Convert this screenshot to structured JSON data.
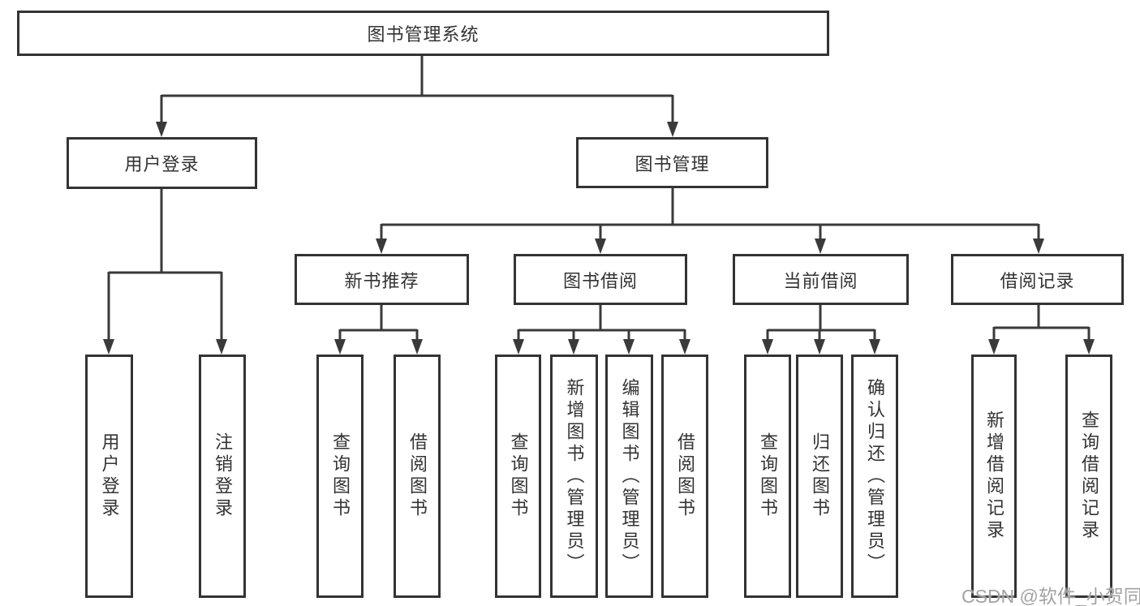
{
  "title": "图书管理系统",
  "nodes": {
    "root": "图书管理系统",
    "user_login": "用户登录",
    "book_mgmt": "图书管理",
    "new_book_rec": "新书推荐",
    "book_borrowing": "图书借阅",
    "current_borrowing": "当前借阅",
    "borrowing_records": "借阅记录",
    "leaf_user_login": "用户登录",
    "leaf_logout": "注销登录",
    "leaf_query_book_rec": "查询图书",
    "leaf_borrow_book_rec": "借阅图书",
    "leaf_query_book_borrow": "查询图书",
    "leaf_add_book": "新增图书（管理员）",
    "leaf_edit_book": "编辑图书（管理员）",
    "leaf_borrow_book_borrow": "借阅图书",
    "leaf_query_book_current": "查询图书",
    "leaf_return_book": "归还图书",
    "leaf_confirm_return": "确认归还（管理员）",
    "leaf_add_borrow_record": "新增借阅记录",
    "leaf_query_borrow_record": "查询借阅记录"
  },
  "watermark": "CSDN @软件_小贺同学",
  "colors": {
    "line": "#3a3a3a",
    "border": "#333333",
    "text": "#333333",
    "watermark_gray": "#9e9e9e",
    "background": "#ffffff"
  }
}
